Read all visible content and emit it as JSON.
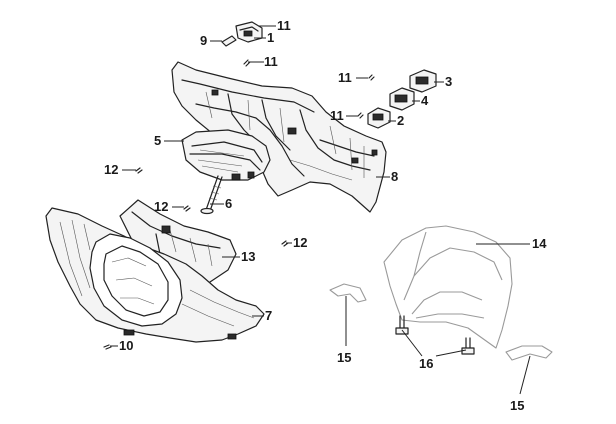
{
  "diagram": {
    "callouts": [
      {
        "id": "c-11a",
        "label": "11"
      },
      {
        "id": "c-1",
        "label": "1"
      },
      {
        "id": "c-9",
        "label": "9"
      },
      {
        "id": "c-11b",
        "label": "11"
      },
      {
        "id": "c-11c",
        "label": "11"
      },
      {
        "id": "c-3",
        "label": "3"
      },
      {
        "id": "c-4",
        "label": "4"
      },
      {
        "id": "c-11d",
        "label": "11"
      },
      {
        "id": "c-2",
        "label": "2"
      },
      {
        "id": "c-5",
        "label": "5"
      },
      {
        "id": "c-8",
        "label": "8"
      },
      {
        "id": "c-12a",
        "label": "12"
      },
      {
        "id": "c-12b",
        "label": "12"
      },
      {
        "id": "c-6",
        "label": "6"
      },
      {
        "id": "c-12c",
        "label": "12"
      },
      {
        "id": "c-13",
        "label": "13"
      },
      {
        "id": "c-14",
        "label": "14"
      },
      {
        "id": "c-7",
        "label": "7"
      },
      {
        "id": "c-10",
        "label": "10"
      },
      {
        "id": "c-15a",
        "label": "15"
      },
      {
        "id": "c-16",
        "label": "16"
      },
      {
        "id": "c-15b",
        "label": "15"
      }
    ]
  }
}
